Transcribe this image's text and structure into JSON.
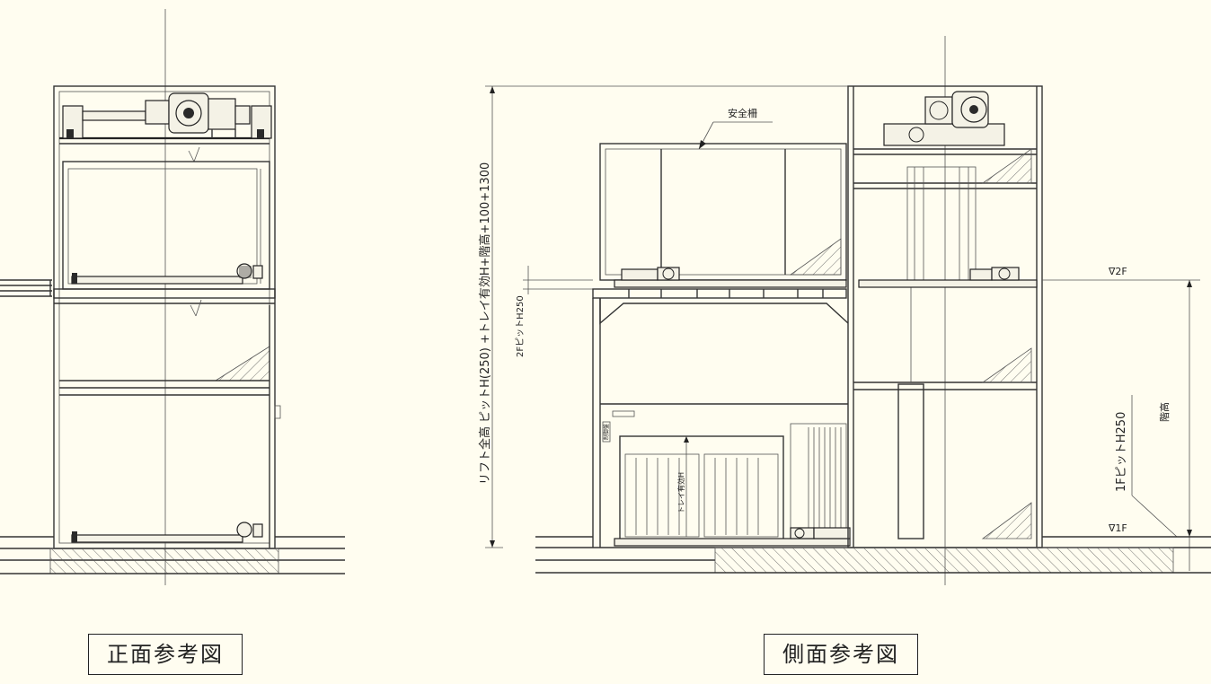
{
  "views": {
    "front": {
      "title": "正面参考図"
    },
    "side": {
      "title": "側面参考図"
    }
  },
  "labels": {
    "safety_fence": "安全柵",
    "level_2f": "∇2F",
    "level_1f": "∇1F",
    "floor_height": "階高",
    "pit_1f": "1FピットH250",
    "pit_2f": "2FピットH250",
    "total_height": "リフト全高 ピットH(250) +トレイ有効H+階高+100+1300",
    "tray_effective_h": "トレイ有効H",
    "panel_tag": "制御盤"
  },
  "colors": {
    "background": "#fffdf0",
    "line": "#333333"
  }
}
